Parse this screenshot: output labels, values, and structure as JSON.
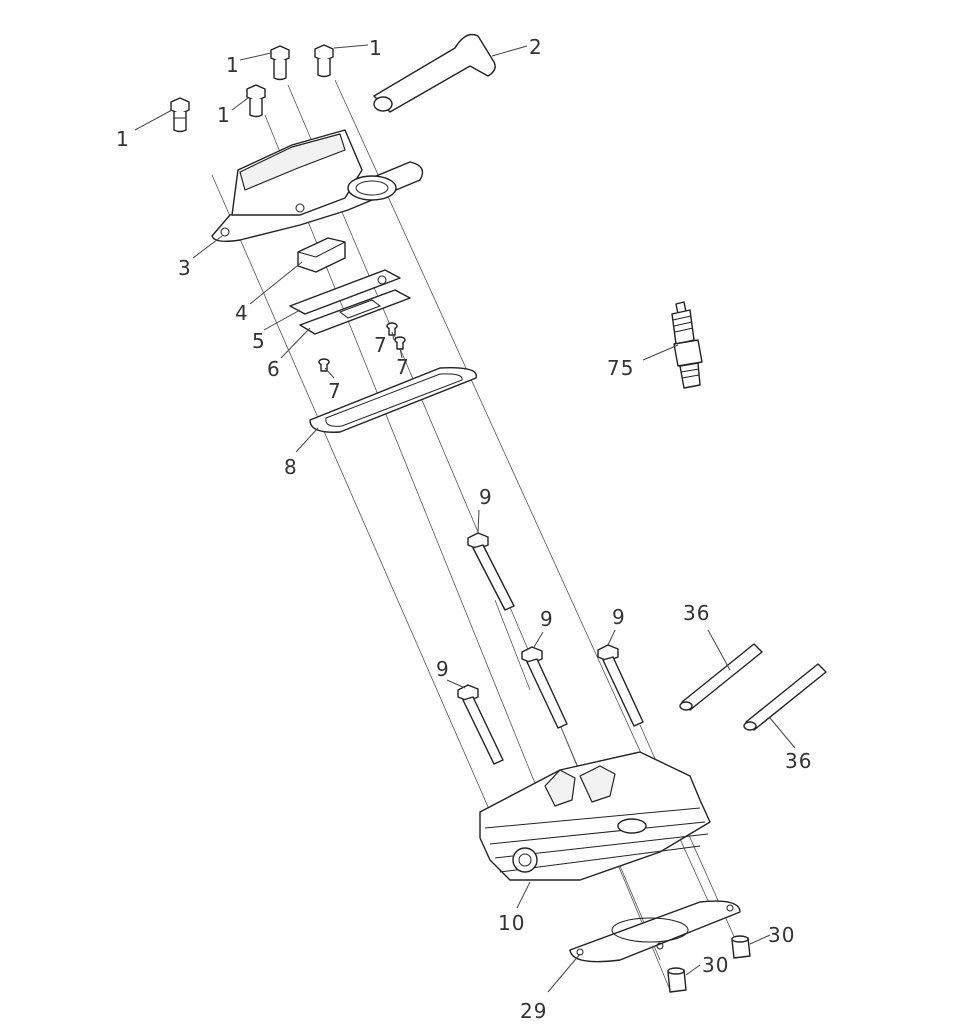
{
  "diagram": {
    "callouts": [
      {
        "id": "c1a",
        "text": "1"
      },
      {
        "id": "c1b",
        "text": "1"
      },
      {
        "id": "c1c",
        "text": "1"
      },
      {
        "id": "c1d",
        "text": "1"
      },
      {
        "id": "c2",
        "text": "2"
      },
      {
        "id": "c3",
        "text": "3"
      },
      {
        "id": "c4",
        "text": "4"
      },
      {
        "id": "c5",
        "text": "5"
      },
      {
        "id": "c6",
        "text": "6"
      },
      {
        "id": "c7a",
        "text": "7"
      },
      {
        "id": "c7b",
        "text": "7"
      },
      {
        "id": "c7c",
        "text": "7"
      },
      {
        "id": "c75",
        "text": "75"
      },
      {
        "id": "c8",
        "text": "8"
      },
      {
        "id": "c9a",
        "text": "9"
      },
      {
        "id": "c9b",
        "text": "9"
      },
      {
        "id": "c9c",
        "text": "9"
      },
      {
        "id": "c9d",
        "text": "9"
      },
      {
        "id": "c36a",
        "text": "36"
      },
      {
        "id": "c36b",
        "text": "36"
      },
      {
        "id": "c10",
        "text": "10"
      },
      {
        "id": "c30a",
        "text": "30"
      },
      {
        "id": "c30b",
        "text": "30"
      },
      {
        "id": "c29",
        "text": "29"
      }
    ]
  }
}
